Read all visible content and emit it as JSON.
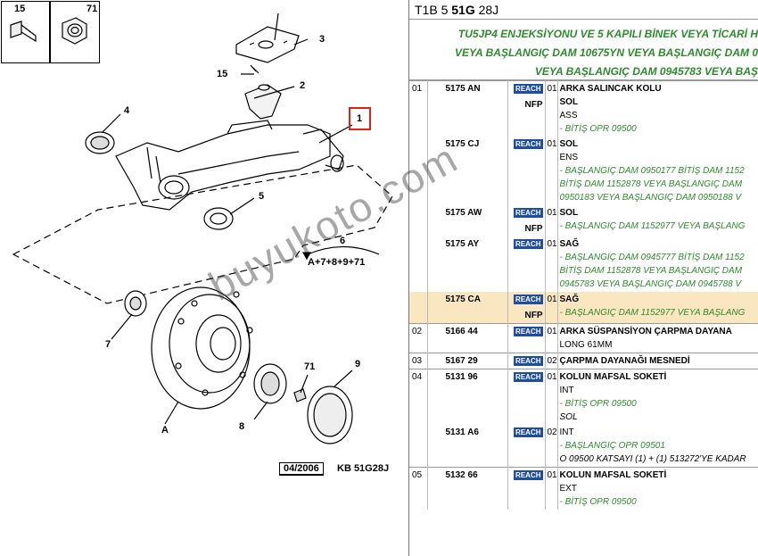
{
  "diagram": {
    "thumbnails": [
      {
        "ref": "15",
        "icon": "bolt-icon"
      },
      {
        "ref": "71",
        "icon": "nut-icon"
      }
    ],
    "callouts": [
      "1",
      "2",
      "3",
      "4",
      "5",
      "6",
      "7",
      "8",
      "9",
      "15",
      "71",
      "A"
    ],
    "group6_formula": "A+7+8+9+71",
    "footer_date": "04/2006",
    "footer_code": "KB 51G28J",
    "highlight_color": "#e0201a"
  },
  "watermark": "buyukoto.com",
  "header": {
    "prefix": "T1B 5",
    "code": "51G",
    "suffix": "28J"
  },
  "banner_lines": [
    "TU5JP4 ENJEKSİYONU VE 5 KAPILI BİNEK VEYA TİCARİ H",
    "VEYA BAŞLANGIÇ DAM 10675YN VEYA BAŞLANGIÇ DAM 0",
    "VEYA BAŞLANGIÇ DAM 0945783 VEYA BAŞ"
  ],
  "colors": {
    "green": "#2f8a2f",
    "reach_blue": "#1f4f9c",
    "highlight_row": "#fbe6c2"
  },
  "groups": [
    {
      "num": "01",
      "title": "ARKA SALINCAK KOLU",
      "rows": [
        {
          "ref": "5175 AN",
          "reach": "REACH",
          "nfp": "NFP",
          "qty": "01",
          "side": "SOL",
          "lines": [
            {
              "t": "ASS",
              "s": "plain"
            },
            {
              "t": "- BİTİŞ OPR 09500",
              "s": "green"
            }
          ]
        },
        {
          "ref": "5175 CJ",
          "reach": "REACH",
          "nfp": "",
          "qty": "01",
          "side": "SOL",
          "lines": [
            {
              "t": "ENS",
              "s": "plain"
            },
            {
              "t": "- BAŞLANGIÇ DAM 0950177 BİTİŞ DAM 1152",
              "s": "green"
            },
            {
              "t": "BİTİŞ DAM 1152878 VEYA BAŞLANGIÇ DAM",
              "s": "green"
            },
            {
              "t": "0950183 VEYA BAŞLANGIÇ DAM 0950188 V",
              "s": "green"
            }
          ]
        },
        {
          "ref": "5175 AW",
          "reach": "REACH",
          "nfp": "NFP",
          "qty": "01",
          "side": "SOL",
          "lines": [
            {
              "t": "- BAŞLANGIÇ DAM 1152977 VEYA BAŞLANG",
              "s": "green"
            }
          ]
        },
        {
          "ref": "5175 AY",
          "reach": "REACH",
          "nfp": "",
          "qty": "01",
          "side": "SAĞ",
          "lines": [
            {
              "t": "- BAŞLANGIÇ DAM 0945777 BİTİŞ DAM 1152",
              "s": "green"
            },
            {
              "t": "BİTİŞ DAM 1152878 VEYA BAŞLANGIÇ DAM",
              "s": "green"
            },
            {
              "t": "0945783 VEYA BAŞLANGIÇ DAM 0945788 V",
              "s": "green"
            }
          ]
        },
        {
          "ref": "5175 CA",
          "reach": "REACH",
          "nfp": "NFP",
          "qty": "01",
          "side": "SAĞ",
          "hl": true,
          "lines": [
            {
              "t": "- BAŞLANGIÇ DAM 1152977 VEYA BAŞLANG",
              "s": "green"
            }
          ]
        }
      ]
    },
    {
      "num": "02",
      "title": "ARKA SÜSPANSİYON ÇARPMA DAYANA",
      "rows": [
        {
          "ref": "5166 44",
          "reach": "REACH",
          "nfp": "",
          "qty": "01",
          "side": "",
          "lines": [
            {
              "t": "LONG 61MM",
              "s": "plain"
            }
          ]
        }
      ]
    },
    {
      "num": "03",
      "title": "ÇARPMA DAYANAĞI MESNEDİ",
      "rows": [
        {
          "ref": "5167 29",
          "reach": "REACH",
          "nfp": "",
          "qty": "02",
          "side": "",
          "lines": []
        }
      ]
    },
    {
      "num": "04",
      "title": "KOLUN MAFSAL SOKETİ",
      "rows": [
        {
          "ref": "5131 96",
          "reach": "REACH",
          "nfp": "",
          "qty": "01",
          "side": "",
          "lines": [
            {
              "t": "INT",
              "s": "plain"
            },
            {
              "t": "- BİTİŞ OPR 09500",
              "s": "green"
            },
            {
              "t": "SOL",
              "s": "italic"
            }
          ]
        },
        {
          "ref": "5131 A6",
          "reach": "REACH",
          "nfp": "",
          "qty": "02",
          "side": "",
          "lines": [
            {
              "t": "INT",
              "s": "plain"
            },
            {
              "t": "- BAŞLANGIÇ OPR 09501",
              "s": "green"
            },
            {
              "t": "O 09500 KATSAYI (1) + (1) 513272'YE KADAR",
              "s": "italic"
            }
          ]
        }
      ]
    },
    {
      "num": "05",
      "title": "KOLUN MAFSAL SOKETİ",
      "rows": [
        {
          "ref": "5132 66",
          "reach": "REACH",
          "nfp": "",
          "qty": "01",
          "side": "",
          "lines": [
            {
              "t": "EXT",
              "s": "plain"
            },
            {
              "t": "- BİTİŞ OPR 09500",
              "s": "green"
            }
          ]
        }
      ]
    }
  ]
}
